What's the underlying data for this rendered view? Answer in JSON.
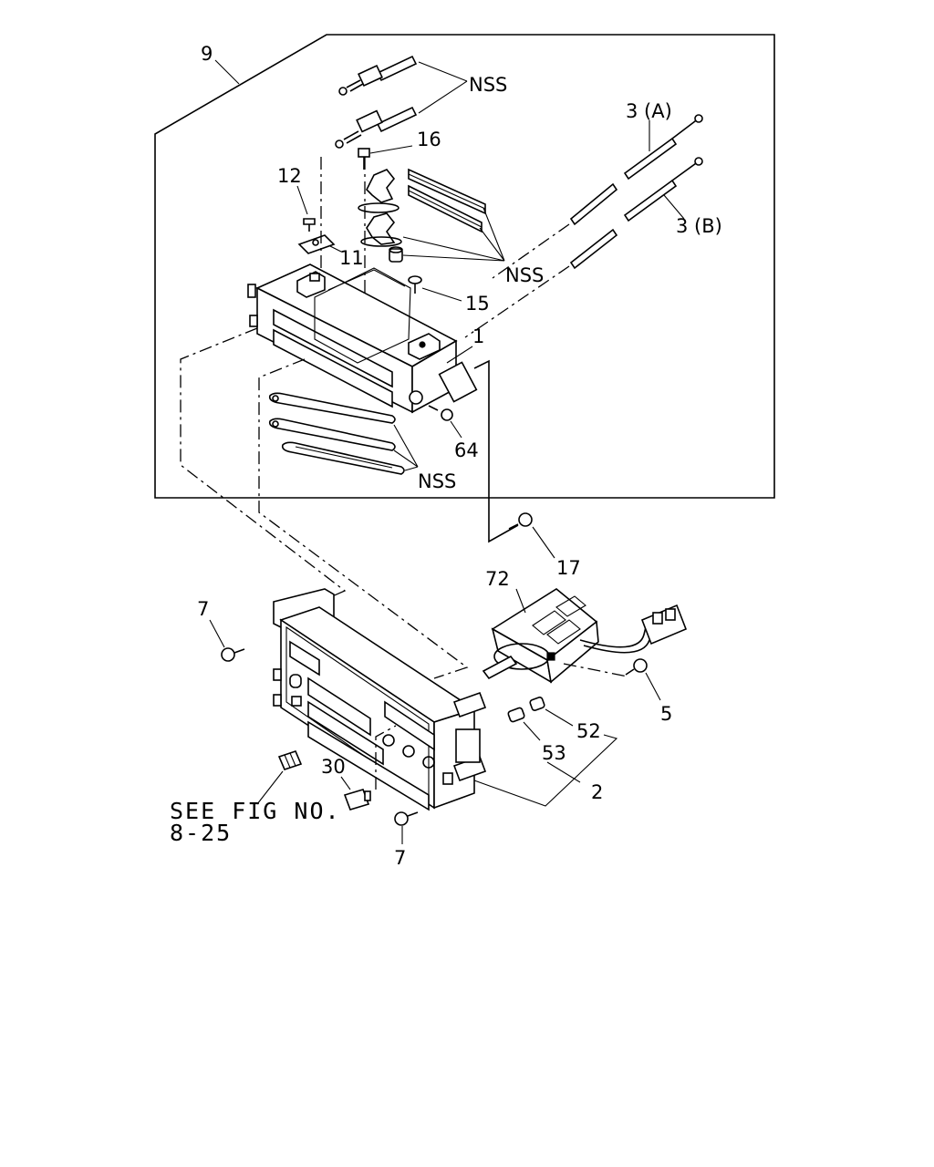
{
  "callouts": {
    "c9": "9",
    "nss_top": "NSS",
    "c16": "16",
    "c12": "12",
    "c11": "11",
    "c3a": "3 (A)",
    "c3b": "3 (B)",
    "nss_mid": "NSS",
    "c15": "15",
    "c1": "1",
    "c64": "64",
    "nss_low": "NSS",
    "c17": "17",
    "c72": "72",
    "c7_top": "7",
    "c5": "5",
    "c52": "52",
    "c53": "53",
    "c2": "2",
    "c30": "30",
    "c7_bottom": "7"
  },
  "reference": {
    "line1": "SEE FIG NO.",
    "line2": "8-25"
  }
}
